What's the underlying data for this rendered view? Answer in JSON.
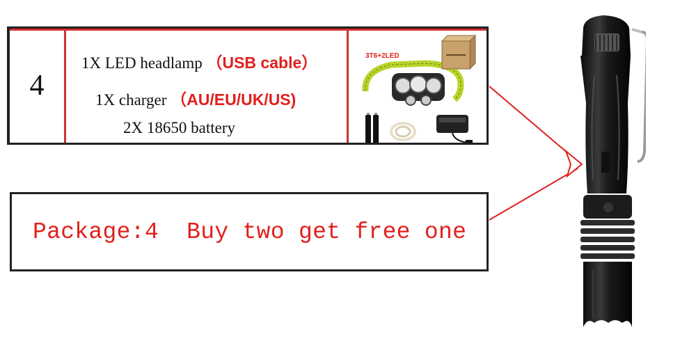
{
  "package": {
    "number": "4",
    "items": [
      {
        "text": "1X LED headlamp",
        "highlight": "（USB cable）"
      },
      {
        "text": "1X charger",
        "highlight": "（AU/EU/UK/US)"
      },
      {
        "text": "2X 18650 battery",
        "highlight": ""
      }
    ],
    "product_image_caption": "3T6+2LED"
  },
  "banner": {
    "text": "Package:4  Buy two get free one"
  },
  "colors": {
    "accent_red": "#e0201c",
    "border": "#222222",
    "headlamp_strap": "#c8e02a",
    "flashlight_body": "#1b1b1b"
  },
  "icons": [
    "headlamp-product-icon",
    "battery-icon",
    "charger-icon",
    "usb-cable-icon",
    "gift-box-icon",
    "flashlight-icon",
    "arrow-icon"
  ]
}
